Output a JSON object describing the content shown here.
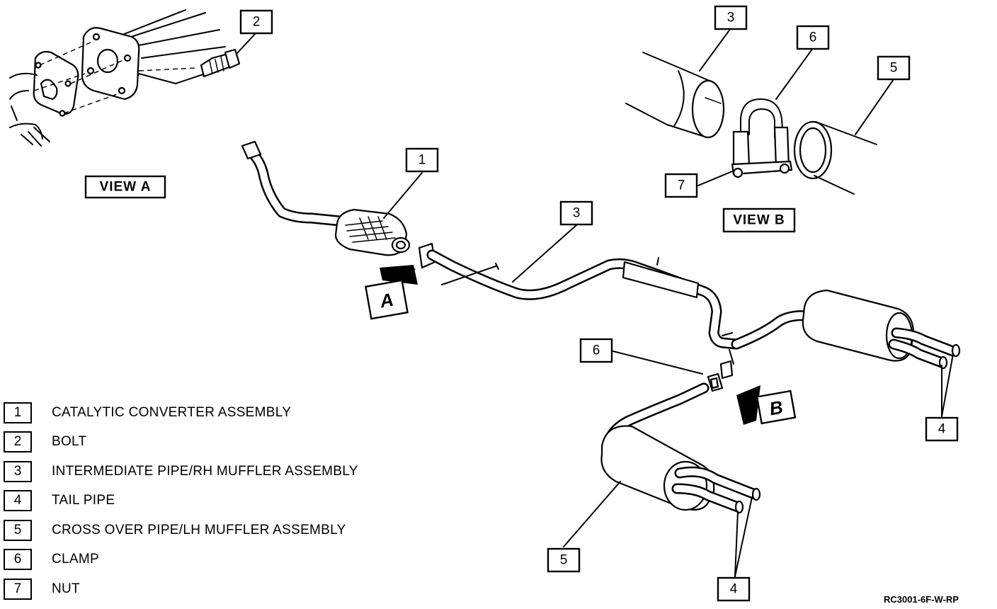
{
  "views": {
    "a": "VIEW A",
    "b": "VIEW B"
  },
  "callouts": {
    "a": "A",
    "b": "B"
  },
  "part_numbers": [
    "1",
    "2",
    "3",
    "4",
    "5",
    "6",
    "7"
  ],
  "legend": [
    {
      "number": "1",
      "label": "CATALYTIC CONVERTER ASSEMBLY"
    },
    {
      "number": "2",
      "label": "BOLT"
    },
    {
      "number": "3",
      "label": "INTERMEDIATE PIPE/RH MUFFLER ASSEMBLY"
    },
    {
      "number": "4",
      "label": "TAIL PIPE"
    },
    {
      "number": "5",
      "label": "CROSS OVER PIPE/LH MUFFLER ASSEMBLY"
    },
    {
      "number": "6",
      "label": "CLAMP"
    },
    {
      "number": "7",
      "label": "NUT"
    }
  ],
  "figure_code": "RC3001-6F-W-RP"
}
